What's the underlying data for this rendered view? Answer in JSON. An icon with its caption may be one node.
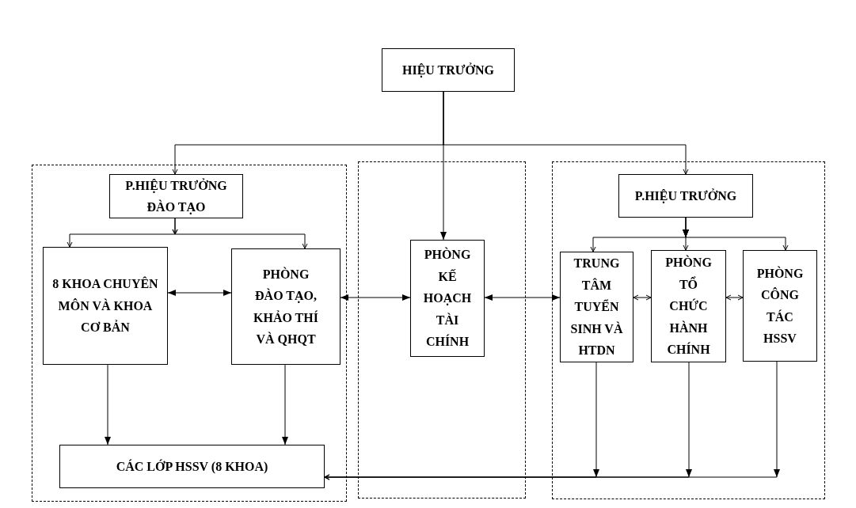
{
  "diagram": {
    "nodes": [
      {
        "text": [
          "HIỆU TRƯỞNG"
        ]
      },
      {
        "text": [],
        "shape": "box"
      },
      {
        "text": [
          "P.HIỆU TRƯỞNG ĐÀO TẠO"
        ],
        "in": 1
      },
      {
        "text": [
          "8 KHOA CHUYÊN MÔN VÀ KHOA CƠ BẢN"
        ],
        "in": 1
      },
      {
        "text": [
          "PHÒNG ĐÀO TẠO, KHẢO THÍ VÀ QHQT"
        ],
        "in": 1
      },
      {
        "text": [
          "CÁC LỚP HSSV (8 KHOA)"
        ],
        "in": 1
      },
      {
        "text": [],
        "shape": "box"
      },
      {
        "text": [
          "PHÒNG KẾ HOẠCH TÀI CHÍNH"
        ],
        "in": 6
      },
      {
        "text": [],
        "shape": "box"
      },
      {
        "text": [
          "P.HIỆU TRƯỞNG"
        ],
        "in": 8
      },
      {
        "text": [
          "TRUNG TÂM TUYỂN SINH VÀ HTDN"
        ],
        "in": 8
      },
      {
        "text": [
          "PHÒNG TỔ CHỨC HÀNH CHÍNH"
        ],
        "in": 8
      },
      {
        "text": [
          "PHÒNG CÔNG TÁC HSSV"
        ],
        "in": 8
      }
    ],
    "edges": [
      {
        "from": 0,
        "to": 2,
        "arrow": "to"
      },
      {
        "from": 0,
        "to": 7,
        "arrow": "to"
      },
      {
        "from": 0,
        "to": 9,
        "arrow": "to"
      },
      {
        "from": 2,
        "to": 3,
        "arrow": "to"
      },
      {
        "from": 2,
        "to": 4,
        "arrow": "to"
      },
      {
        "from": 3,
        "to": 4,
        "arrow": "both"
      },
      {
        "from": 3,
        "to": 5,
        "arrow": "to"
      },
      {
        "from": 4,
        "to": 5,
        "arrow": "to"
      },
      {
        "from": 4,
        "to": 7,
        "arrow": "both"
      },
      {
        "from": 7,
        "to": 10,
        "arrow": "both"
      },
      {
        "from": 9,
        "to": 10,
        "arrow": "to"
      },
      {
        "from": 9,
        "to": 11,
        "arrow": "to"
      },
      {
        "from": 9,
        "to": 12,
        "arrow": "to"
      },
      {
        "from": 10,
        "to": 11,
        "arrow": "both"
      },
      {
        "from": 11,
        "to": 12,
        "arrow": "both"
      },
      {
        "from": 10,
        "to": 5,
        "arrow": "to"
      },
      {
        "from": 11,
        "to": 5,
        "arrow": "to"
      },
      {
        "from": 12,
        "to": 5,
        "arrow": "to"
      }
    ]
  }
}
